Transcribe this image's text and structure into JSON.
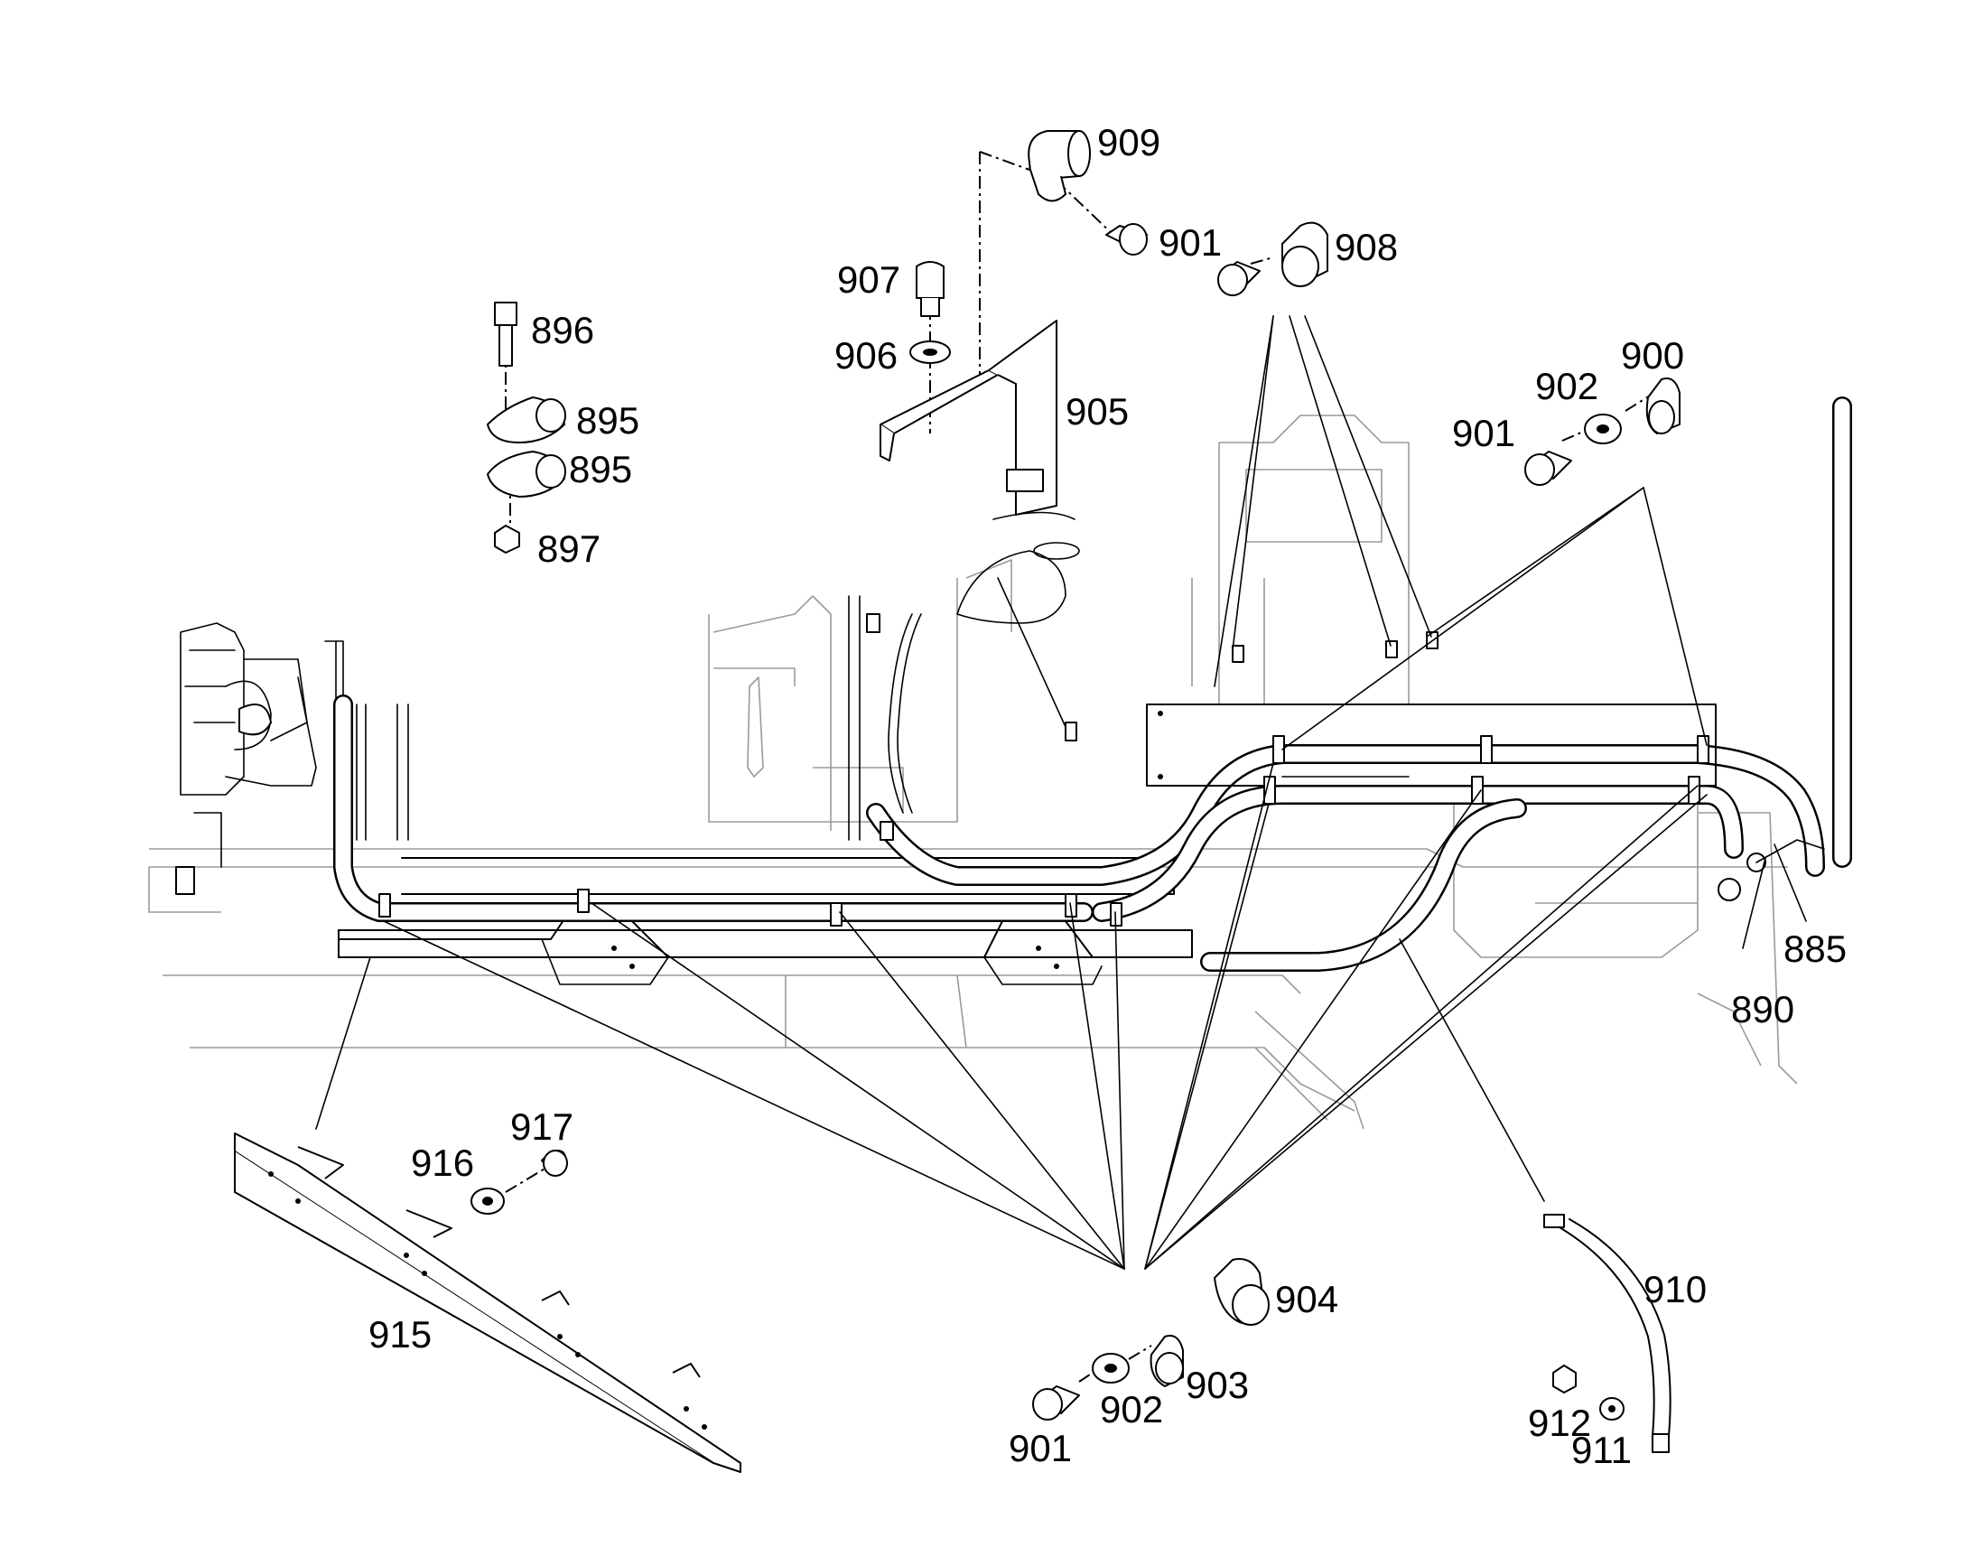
{
  "diagram": {
    "callouts": [
      {
        "id": "c909",
        "text": "909"
      },
      {
        "id": "c901a",
        "text": "901"
      },
      {
        "id": "c908",
        "text": "908"
      },
      {
        "id": "c907",
        "text": "907"
      },
      {
        "id": "c906",
        "text": "906"
      },
      {
        "id": "c905",
        "text": "905"
      },
      {
        "id": "c896",
        "text": "896"
      },
      {
        "id": "c895a",
        "text": "895"
      },
      {
        "id": "c895b",
        "text": "895"
      },
      {
        "id": "c897",
        "text": "897"
      },
      {
        "id": "c900",
        "text": "900"
      },
      {
        "id": "c902a",
        "text": "902"
      },
      {
        "id": "c901b",
        "text": "901"
      },
      {
        "id": "c885",
        "text": "885"
      },
      {
        "id": "c890",
        "text": "890"
      },
      {
        "id": "c917",
        "text": "917"
      },
      {
        "id": "c916",
        "text": "916"
      },
      {
        "id": "c915",
        "text": "915"
      },
      {
        "id": "c904",
        "text": "904"
      },
      {
        "id": "c903",
        "text": "903"
      },
      {
        "id": "c902b",
        "text": "902"
      },
      {
        "id": "c901c",
        "text": "901"
      },
      {
        "id": "c910",
        "text": "910"
      },
      {
        "id": "c912",
        "text": "912"
      },
      {
        "id": "c911",
        "text": "911"
      }
    ]
  }
}
